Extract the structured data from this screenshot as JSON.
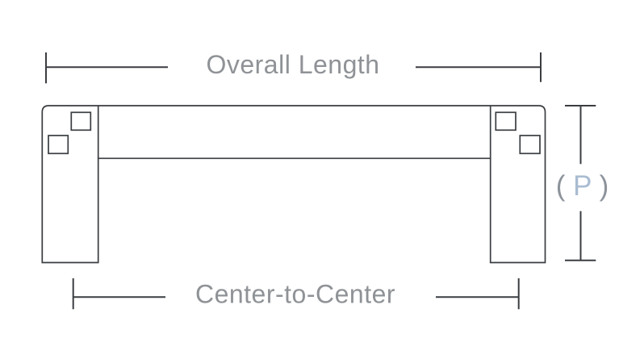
{
  "diagram": {
    "title": "Drawer pull dimension diagram",
    "labels": {
      "overall_length": "Overall Length",
      "center_to_center": "Center-to-Center",
      "projection_paren_open": "(",
      "projection_letter": "P",
      "projection_paren_close": ")"
    },
    "colors": {
      "background": "#ffffff",
      "line": "#3a3d41",
      "label_gray": "#8f9296",
      "paren_gray": "#8d939b",
      "projection_blue": "#a9bcd2"
    }
  }
}
